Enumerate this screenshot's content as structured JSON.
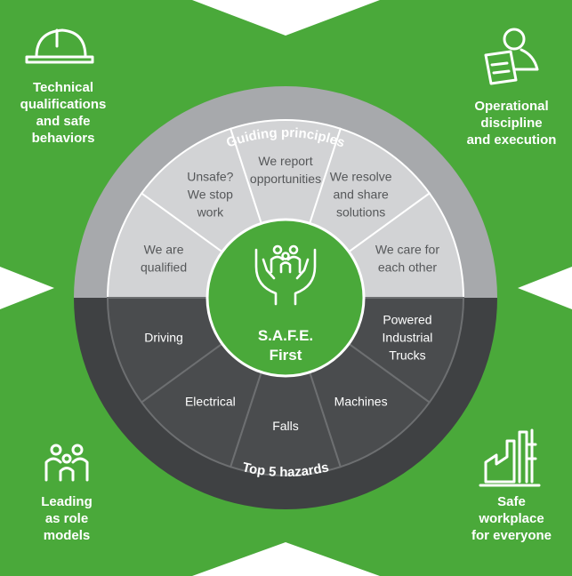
{
  "colors": {
    "green": "#4aa93a",
    "ring_outer": "#a7a9ac",
    "top_segments": "#d2d3d5",
    "bottom_segments": "#4a4c4e",
    "center": "#4aa93a",
    "white": "#ffffff"
  },
  "corners": {
    "top_left": {
      "label": "Technical\nqualifications\nand safe\nbehaviors",
      "icon": "hard-hat-icon"
    },
    "top_right": {
      "label": "Operational\ndiscipline\nand execution",
      "icon": "clipboard-person-icon"
    },
    "bottom_left": {
      "label": "Leading\nas role\nmodels",
      "icon": "people-group-icon"
    },
    "bottom_right": {
      "label": "Safe\nworkplace\nfor everyone",
      "icon": "factory-icon"
    }
  },
  "ring": {
    "top_title": "Guiding principles",
    "bottom_title": "Top 5 hazards"
  },
  "center": {
    "title_line1": "S.A.F.E.",
    "title_line2": "First",
    "icon": "hands-holding-people-icon"
  },
  "principles": [
    {
      "lines": [
        "We are",
        "qualified"
      ]
    },
    {
      "lines": [
        "Unsafe?",
        "We stop",
        "work"
      ]
    },
    {
      "lines": [
        "We report",
        "opportunities"
      ]
    },
    {
      "lines": [
        "We resolve",
        "and share",
        "solutions"
      ]
    },
    {
      "lines": [
        "We care for",
        "each other"
      ]
    }
  ],
  "hazards": [
    {
      "lines": [
        "Driving"
      ]
    },
    {
      "lines": [
        "Electrical"
      ]
    },
    {
      "lines": [
        "Falls"
      ]
    },
    {
      "lines": [
        "Machines"
      ]
    },
    {
      "lines": [
        "Powered",
        "Industrial",
        "Trucks"
      ]
    }
  ]
}
